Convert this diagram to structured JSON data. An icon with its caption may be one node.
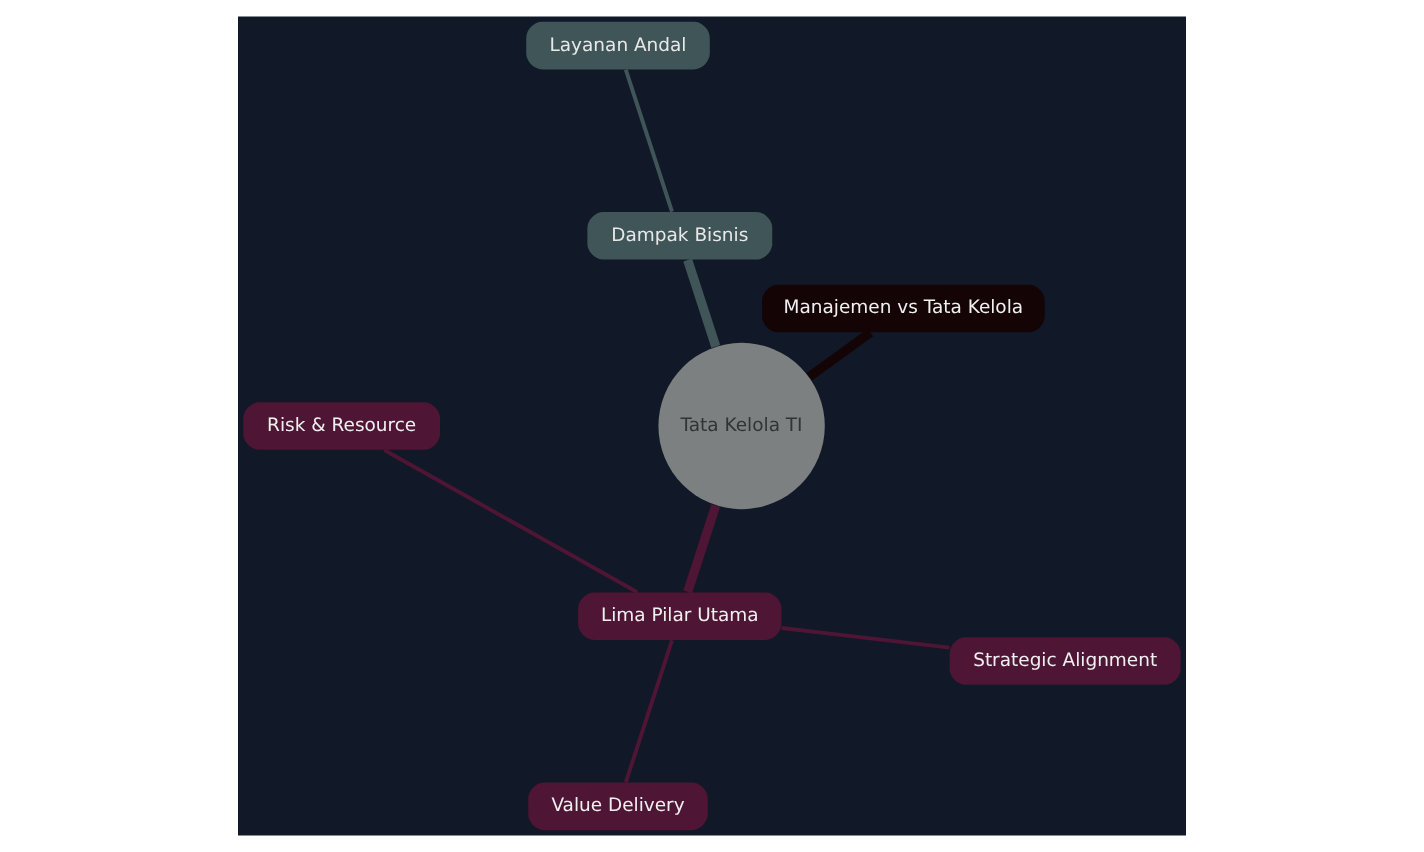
{
  "diagram": {
    "nodes": [
      {
        "text": [
          "Tata Kelola TI"
        ]
      },
      {
        "text": [
          "Dampak Bisnis"
        ]
      },
      {
        "text": [
          "Layanan Andal"
        ]
      },
      {
        "text": [
          "Manajemen vs Tata Kelola"
        ]
      },
      {
        "text": [
          "Lima Pilar Utama"
        ]
      },
      {
        "text": [
          "Risk & Resource"
        ]
      },
      {
        "text": [
          "Value Delivery"
        ]
      },
      {
        "text": [
          "Strategic Alignment"
        ]
      }
    ],
    "edges": [
      {
        "from": 0,
        "to": 1,
        "arrow": "none",
        "style": "thick",
        "color": "#3f5558"
      },
      {
        "from": 1,
        "to": 2,
        "arrow": "none",
        "color": "#3f5558"
      },
      {
        "from": 0,
        "to": 3,
        "arrow": "none",
        "style": "thick",
        "color": "#140406"
      },
      {
        "from": 0,
        "to": 4,
        "arrow": "none",
        "style": "thick"
      },
      {
        "from": 4,
        "to": 5,
        "arrow": "none"
      },
      {
        "from": 4,
        "to": 6,
        "arrow": "none"
      },
      {
        "from": 4,
        "to": 7,
        "arrow": "none"
      }
    ]
  }
}
